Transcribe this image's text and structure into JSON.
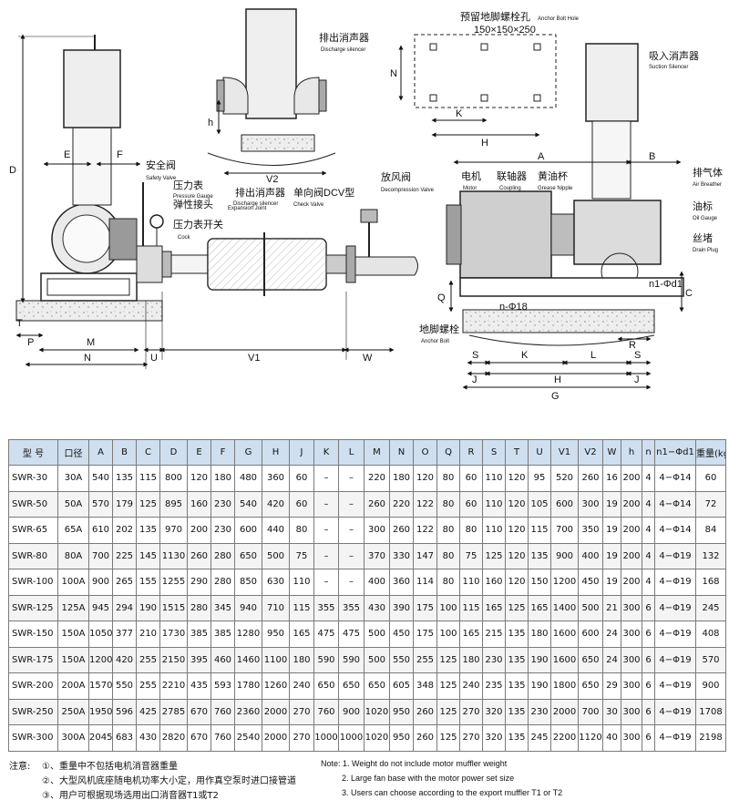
{
  "drawing": {
    "left_view": {
      "labels": {
        "safety_valve_zh": "安全阀",
        "safety_valve_en": "Safety Valve",
        "pressure_gauge_zh": "压力表",
        "pressure_gauge_en": "Pressure Gauge",
        "expansion_joint_zh": "弹性接头",
        "expansion_joint_en": "Expansion Joint",
        "cock_zh": "压力表开关",
        "cock_en": "Cock",
        "discharge_silencer_zh": "排出消声器",
        "discharge_silencer_en": "Discharge silencer",
        "check_valve_zh": "单向阀DCV型",
        "check_valve_en": "Check Valve",
        "decompression_valve_zh": "放风阀",
        "decompression_valve_en": "Decompression Valve"
      },
      "dims": {
        "D": "D",
        "E": "E",
        "F": "F",
        "T": "T",
        "P": "P",
        "M": "M",
        "N": "N",
        "U": "U",
        "V1": "V1",
        "W": "W"
      }
    },
    "top_view": {
      "labels": {
        "silencer_zh": "排出消声器",
        "silencer_en": "Discharge silencer"
      },
      "dims": {
        "h": "h",
        "V2": "V2"
      }
    },
    "plan_view": {
      "labels": {
        "anchor_hole_zh": "预留地脚螺栓孔",
        "anchor_hole_en": "Anchor Bolt Hole",
        "hole_size": "150×150×250"
      },
      "dims": {
        "N": "N",
        "K": "K",
        "H": "H"
      }
    },
    "right_view": {
      "labels": {
        "suction_zh": "吸入消声器",
        "suction_en": "Suction Silencer",
        "motor_zh": "电机",
        "motor_en": "Motor",
        "coupling_zh": "联轴器",
        "coupling_en": "Coupling",
        "grease_zh": "黄油杯",
        "grease_en": "Grease Nipple",
        "breather_zh": "排气体",
        "breather_en": "Air Breather",
        "oil_gauge_zh": "油标",
        "oil_gauge_en": "Oil Gauge",
        "drain_zh": "丝堵",
        "drain_en": "Drain Plug",
        "anchor_bolt_zh": "地脚螺栓",
        "anchor_bolt_en": "Anchor Bolt",
        "n1d1": "n1-Φd1",
        "phi18": "n-Φ18"
      },
      "dims": {
        "A": "A",
        "B": "B",
        "C": "C",
        "Q": "Q",
        "R": "R",
        "S1": "S",
        "S2": "S",
        "J1": "J",
        "J2": "J",
        "K": "K",
        "L": "L",
        "H": "H",
        "G": "G"
      }
    }
  },
  "table": {
    "headers": [
      "型 号",
      "口径",
      "A",
      "B",
      "C",
      "D",
      "E",
      "F",
      "G",
      "H",
      "J",
      "K",
      "L",
      "M",
      "N",
      "O",
      "Q",
      "R",
      "S",
      "T",
      "U",
      "V1",
      "V2",
      "W",
      "h",
      "n",
      "n1−Φd1",
      "重量(kg)"
    ],
    "rows": [
      [
        "SWR-30",
        "30A",
        "540",
        "135",
        "115",
        "800",
        "120",
        "180",
        "480",
        "360",
        "60",
        "–",
        "–",
        "220",
        "180",
        "120",
        "80",
        "60",
        "110",
        "120",
        "95",
        "520",
        "260",
        "16",
        "200",
        "4",
        "4−Φ14",
        "60"
      ],
      [
        "SWR-50",
        "50A",
        "570",
        "179",
        "125",
        "895",
        "160",
        "230",
        "540",
        "420",
        "60",
        "–",
        "–",
        "260",
        "220",
        "122",
        "80",
        "60",
        "110",
        "120",
        "105",
        "600",
        "300",
        "19",
        "200",
        "4",
        "4−Φ14",
        "72"
      ],
      [
        "SWR-65",
        "65A",
        "610",
        "202",
        "135",
        "970",
        "200",
        "230",
        "600",
        "440",
        "80",
        "–",
        "–",
        "300",
        "260",
        "122",
        "80",
        "80",
        "110",
        "120",
        "115",
        "700",
        "350",
        "19",
        "200",
        "4",
        "4−Φ14",
        "84"
      ],
      [
        "SWR-80",
        "80A",
        "700",
        "225",
        "145",
        "1130",
        "260",
        "280",
        "650",
        "500",
        "75",
        "–",
        "–",
        "370",
        "330",
        "147",
        "80",
        "75",
        "125",
        "120",
        "135",
        "900",
        "400",
        "19",
        "200",
        "4",
        "4−Φ19",
        "132"
      ],
      [
        "SWR-100",
        "100A",
        "900",
        "265",
        "155",
        "1255",
        "290",
        "280",
        "850",
        "630",
        "110",
        "–",
        "–",
        "400",
        "360",
        "114",
        "80",
        "110",
        "160",
        "120",
        "150",
        "1200",
        "450",
        "19",
        "200",
        "4",
        "4−Φ19",
        "168"
      ],
      [
        "SWR-125",
        "125A",
        "945",
        "294",
        "190",
        "1515",
        "280",
        "345",
        "940",
        "710",
        "115",
        "355",
        "355",
        "430",
        "390",
        "175",
        "100",
        "115",
        "165",
        "125",
        "165",
        "1400",
        "500",
        "21",
        "300",
        "6",
        "4−Φ19",
        "245"
      ],
      [
        "SWR-150",
        "150A",
        "1050",
        "377",
        "210",
        "1730",
        "385",
        "385",
        "1280",
        "950",
        "165",
        "475",
        "475",
        "500",
        "450",
        "175",
        "100",
        "165",
        "215",
        "135",
        "180",
        "1600",
        "600",
        "24",
        "300",
        "6",
        "4−Φ19",
        "408"
      ],
      [
        "SWR-175",
        "150A",
        "1200",
        "420",
        "255",
        "2150",
        "395",
        "460",
        "1460",
        "1100",
        "180",
        "590",
        "590",
        "500",
        "550",
        "255",
        "125",
        "180",
        "230",
        "135",
        "190",
        "1600",
        "650",
        "24",
        "300",
        "6",
        "4−Φ19",
        "570"
      ],
      [
        "SWR-200",
        "200A",
        "1570",
        "550",
        "255",
        "2210",
        "435",
        "593",
        "1780",
        "1260",
        "240",
        "650",
        "650",
        "650",
        "605",
        "348",
        "125",
        "240",
        "235",
        "135",
        "190",
        "1800",
        "650",
        "29",
        "300",
        "6",
        "4−Φ19",
        "900"
      ],
      [
        "SWR-250",
        "250A",
        "1950",
        "596",
        "425",
        "2785",
        "670",
        "760",
        "2360",
        "2000",
        "270",
        "760",
        "900",
        "1020",
        "950",
        "260",
        "125",
        "270",
        "320",
        "135",
        "230",
        "2000",
        "700",
        "30",
        "300",
        "6",
        "4−Φ19",
        "1708"
      ],
      [
        "SWR-300",
        "300A",
        "2045",
        "683",
        "430",
        "2820",
        "670",
        "760",
        "2540",
        "2000",
        "270",
        "1000",
        "1000",
        "1020",
        "950",
        "260",
        "125",
        "270",
        "320",
        "135",
        "245",
        "2200",
        "1120",
        "40",
        "300",
        "6",
        "4−Φ19",
        "2198"
      ]
    ]
  },
  "notes": {
    "zh_prefix": "注意:",
    "zh": [
      "①、重量中不包括电机消音器重量",
      "②、大型风机底座随电机功率大小定，用作真空泵时进口接管道",
      "③、用户可根据现场选用出口消音器T1或T2"
    ],
    "en": [
      "Note: 1. Weight do not include motor muffler weight",
      "2. Large fan base with the motor power set size",
      "3. Users can choose according to the export muffler T1 or T2"
    ]
  }
}
